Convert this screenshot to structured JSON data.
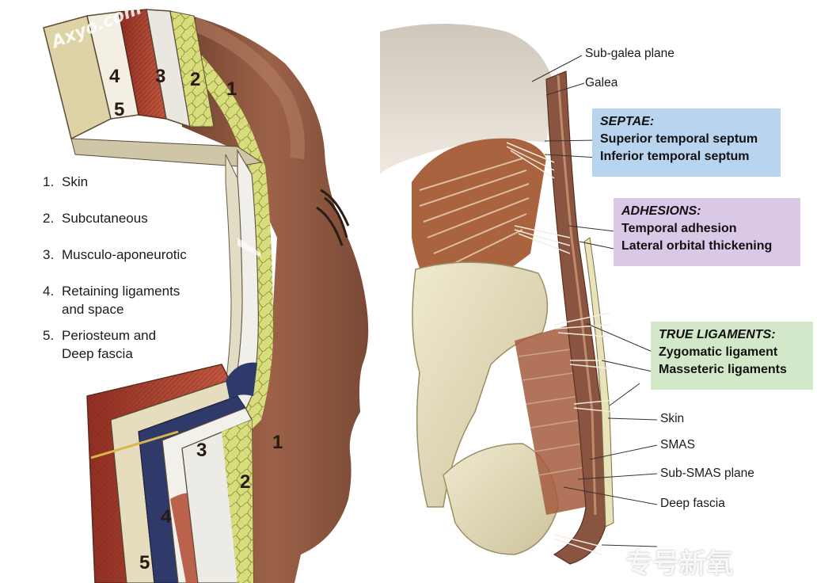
{
  "legend": {
    "items": [
      {
        "num": "1.",
        "text": "Skin"
      },
      {
        "num": "2.",
        "text": "Subcutaneous"
      },
      {
        "num": "3.",
        "text": "Musculo-aponeurotic"
      },
      {
        "num": "4.",
        "text": "Retaining ligaments",
        "text2": "and space"
      },
      {
        "num": "5.",
        "text": "Periosteum and",
        "text2": "Deep fascia"
      }
    ]
  },
  "layer_numbers": {
    "top": [
      "1",
      "2",
      "3",
      "4",
      "5"
    ],
    "bottom": [
      "1",
      "2",
      "3",
      "4",
      "5"
    ]
  },
  "right_labels": {
    "sub_galea": "Sub-galea plane",
    "galea": "Galea",
    "skin": "Skin",
    "smas": "SMAS",
    "sub_smas": "Sub-SMAS plane",
    "deep_fascia": "Deep fascia"
  },
  "boxes": {
    "septae": {
      "title": "SEPTAE:",
      "lines": [
        "Superior temporal septum",
        "Inferior temporal septum"
      ],
      "color": "#b8d4ee"
    },
    "adhesions": {
      "title": "ADHESIONS:",
      "lines": [
        "Temporal adhesion",
        "Lateral orbital thickening"
      ],
      "color": "#d9c8e6"
    },
    "true_ligaments": {
      "title": "TRUE LIGAMENTS:",
      "lines": [
        "Zygomatic ligament",
        "Masseteric ligaments"
      ],
      "color": "#d3e8c8"
    }
  },
  "watermarks": {
    "top_left": "Axyo.com",
    "bottom_right": "专号新氧"
  },
  "colors": {
    "skin": "#8a5540",
    "skin_light": "#b07a60",
    "fat": "#d9df7a",
    "muscle": "#a8402e",
    "bone": "#e8e2c4",
    "ligament_blue": "#2f3a6b",
    "septae_box": "#b8d4ee",
    "adhesion_box": "#d9c8e6",
    "ligament_box": "#d3e8c8"
  }
}
